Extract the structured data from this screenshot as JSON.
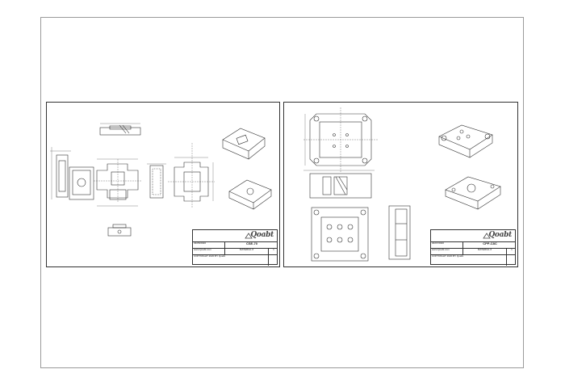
{
  "sheets": [
    {
      "part_number": "CSE-70",
      "date": "03/05/2020",
      "website": "www.Qoabt.com",
      "material": "MATERIAL #",
      "sheet_no": "1",
      "copyright": "COPYRIGHT 2020 BY Qoabt",
      "brand": "Qoabt"
    },
    {
      "part_number": "CPP-C8C",
      "date": "04/07/2020",
      "website": "www.Qoabt.com",
      "material": "MATERIAL #",
      "sheet_no": "1",
      "copyright": "COPYRIGHT 2020 BY Qoabt",
      "brand": "Qoabt"
    }
  ],
  "colors": {
    "line": "#333333",
    "frame": "#9a9a9a",
    "paper": "#ffffff"
  }
}
